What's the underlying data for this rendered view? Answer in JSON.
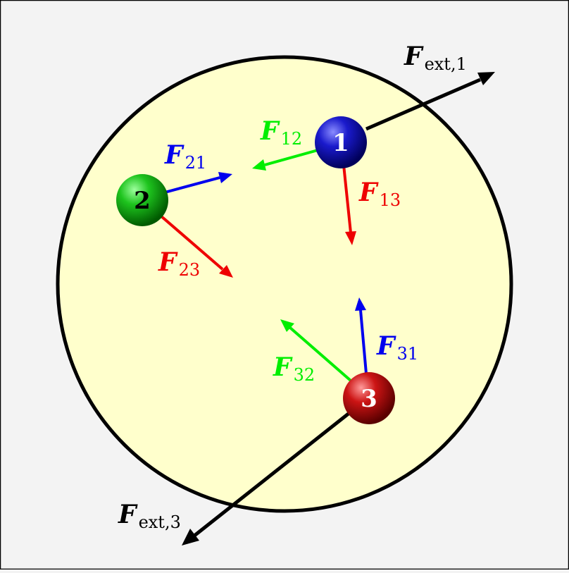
{
  "colors": {
    "background": "#f3f3f3",
    "system_fill": "#ffffcc",
    "system_stroke": "#000000",
    "green": "#00ee00",
    "blue": "#0000ee",
    "red": "#ee0000",
    "black": "#000000"
  },
  "particles": [
    {
      "number": "1",
      "color": "blue"
    },
    {
      "number": "2",
      "color": "green"
    },
    {
      "number": "3",
      "color": "red"
    }
  ],
  "forces": {
    "F12": {
      "symbol": "F",
      "sub": "12"
    },
    "F13": {
      "symbol": "F",
      "sub": "13"
    },
    "F21": {
      "symbol": "F",
      "sub": "21"
    },
    "F23": {
      "symbol": "F",
      "sub": "23"
    },
    "F31": {
      "symbol": "F",
      "sub": "31"
    },
    "F32": {
      "symbol": "F",
      "sub": "32"
    },
    "Fext1": {
      "symbol": "F",
      "sub": "ext,1"
    },
    "Fext3": {
      "symbol": "F",
      "sub": "ext,3"
    }
  }
}
